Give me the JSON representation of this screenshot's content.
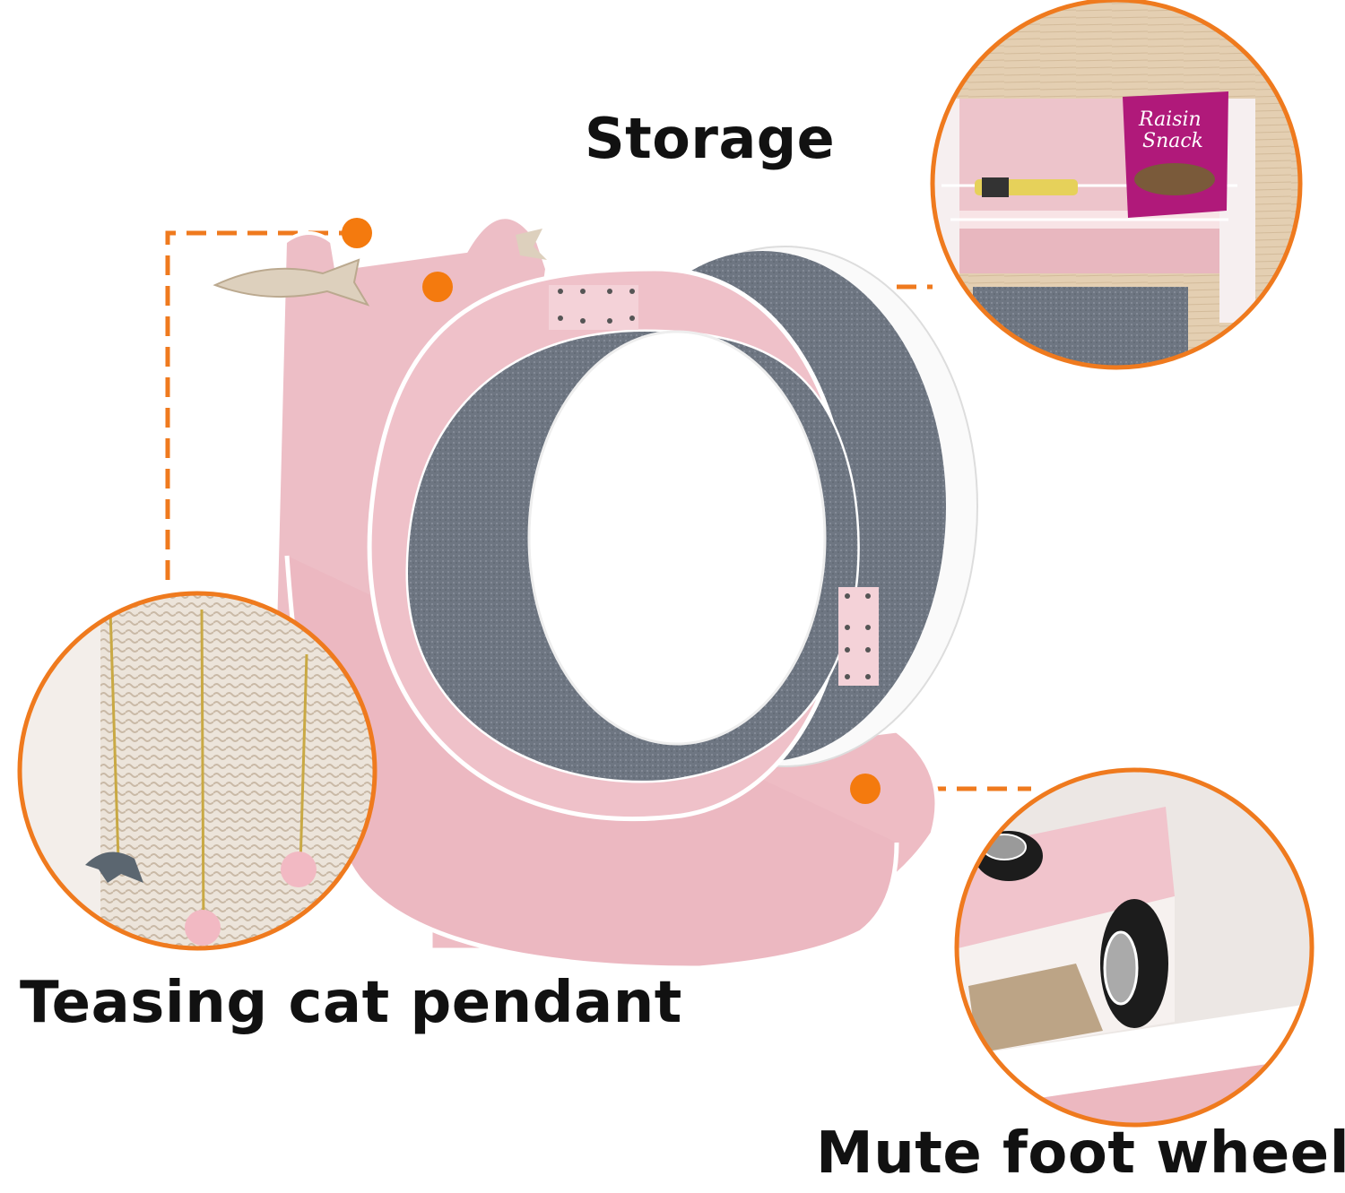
{
  "labels": {
    "storage": "Storage",
    "teasing": "Teasing cat pendant",
    "wheel": "Mute foot wheel"
  },
  "insets": {
    "storage": {
      "bag_text_line1": "Raisin",
      "bag_text_line2": "Snack"
    },
    "teasing": {},
    "wheel": {}
  },
  "colors": {
    "accent_orange": "#ef7a1e",
    "dot_orange": "#f47a0e",
    "product_pink": "#efc1c9",
    "felt_gray": "#6f7782",
    "bag_magenta": "#b0197a"
  }
}
